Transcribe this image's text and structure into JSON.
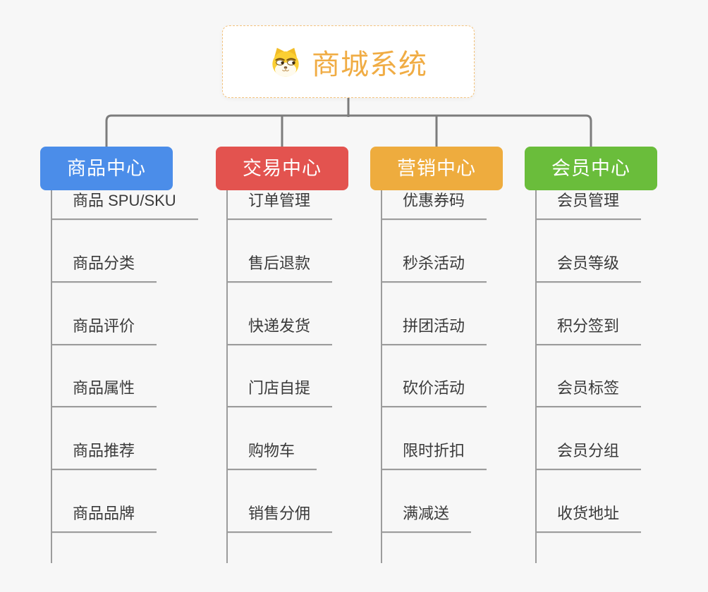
{
  "page": {
    "background_color": "#f7f7f7",
    "line_gray": "#9c9c9c"
  },
  "root": {
    "title": "商城系统",
    "icon": "dog-face-icon",
    "title_color": "#f0ac44",
    "border_color": "#f3c27c"
  },
  "connectors": {
    "color": "#7c7c7c"
  },
  "branches": [
    {
      "label": "商品中心",
      "color": "#4b8de9",
      "items": [
        "商品 SPU/SKU",
        "商品分类",
        "商品评价",
        "商品属性",
        "商品推荐",
        "商品品牌"
      ]
    },
    {
      "label": "交易中心",
      "color": "#e3534f",
      "items": [
        "订单管理",
        "售后退款",
        "快递发货",
        "门店自提",
        "购物车",
        "销售分佣"
      ]
    },
    {
      "label": "营销中心",
      "color": "#eeac3e",
      "items": [
        "优惠券码",
        "秒杀活动",
        "拼团活动",
        "砍价活动",
        "限时折扣",
        "满减送"
      ]
    },
    {
      "label": "会员中心",
      "color": "#6abd3b",
      "items": [
        "会员管理",
        "会员等级",
        "积分签到",
        "会员标签",
        "会员分组",
        "收货地址"
      ]
    }
  ]
}
